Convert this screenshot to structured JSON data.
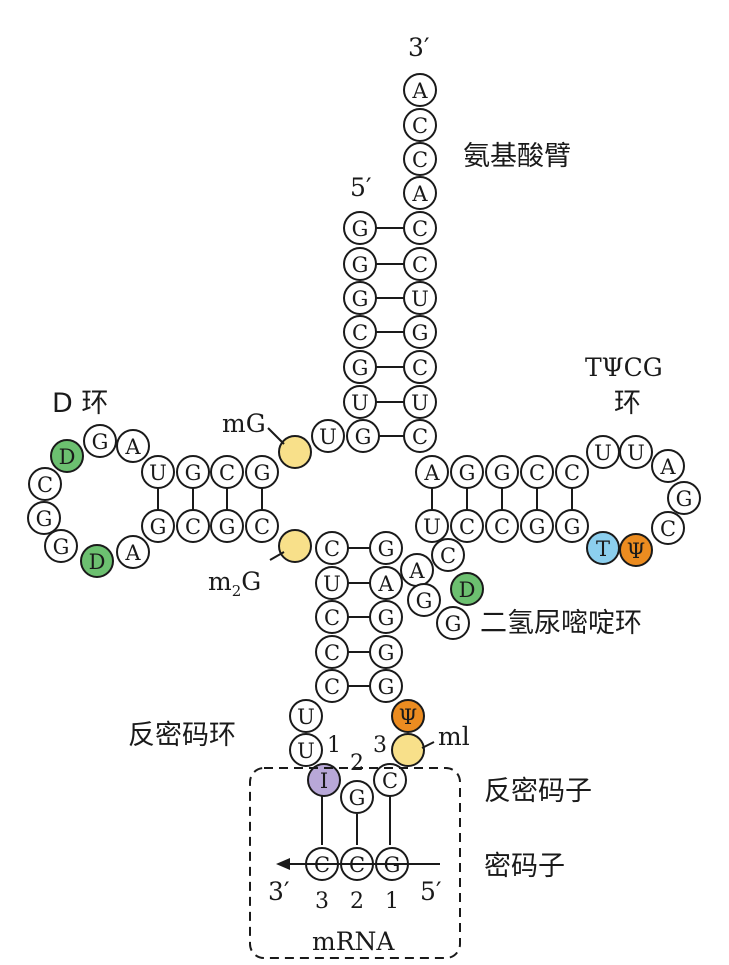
{
  "colors": {
    "white": "#ffffff",
    "green": "#6cc070",
    "yellow": "#f8e08a",
    "blue": "#8ccfee",
    "orange": "#ec8c20",
    "purple": "#b8a8d8"
  },
  "labels": {
    "acceptor_arm": "氨基酸臂",
    "prime3": "3′",
    "prime5": "5′",
    "d_loop": "D 环",
    "tpsic_loop_line1": "TΨCG",
    "tpsic_loop_line2": "环",
    "mg": "mG",
    "m2g_m": "m",
    "m2g_sub": "2",
    "m2g_g": "G",
    "dihydrouracil_loop": "二氢尿嘧啶环",
    "anticodon_loop": "反密码环",
    "ml": "ml",
    "anticodon": "反密码子",
    "codon": "密码子",
    "mrna": "mRNA",
    "mrna_3prime": "3′",
    "mrna_5prime": "5′"
  },
  "anticodon_numbers": [
    "1",
    "2",
    "3"
  ],
  "codon_numbers": [
    "3",
    "2",
    "1"
  ],
  "nucleotides": {
    "acceptor_tail": [
      "A",
      "C",
      "C",
      "A"
    ],
    "acceptor_5strand": [
      "G",
      "G",
      "G",
      "C",
      "G",
      "U"
    ],
    "acceptor_3strand": [
      "C",
      "C",
      "U",
      "G",
      "C",
      "U"
    ],
    "junction_top": [
      "U",
      "G",
      "C"
    ],
    "d_stem_top": [
      "U",
      "G",
      "C",
      "G"
    ],
    "d_loop": [
      "A",
      "G",
      "D",
      "C",
      "G",
      "G",
      "D",
      "A"
    ],
    "d_stem_bottom": [
      "G",
      "C",
      "G",
      "C"
    ],
    "t_stem_top": [
      "A",
      "G",
      "G",
      "C",
      "C"
    ],
    "t_loop": [
      "U",
      "U",
      "A",
      "G",
      "C",
      "Ψ",
      "T"
    ],
    "t_stem_bottom": [
      "U",
      "C",
      "C",
      "G",
      "G"
    ],
    "variable_loop": [
      "A",
      "C",
      "D",
      "G",
      "G"
    ],
    "anticodon_stem_left": [
      "C",
      "U",
      "C",
      "C",
      "C"
    ],
    "anticodon_stem_right": [
      "G",
      "A",
      "G",
      "G",
      "G"
    ],
    "anticodon_loop": [
      "U",
      "U",
      "I",
      "G",
      "C",
      "ml",
      "Ψ"
    ],
    "codon": [
      "C",
      "C",
      "G"
    ],
    "modified_mG": "",
    "modified_m2G": ""
  }
}
